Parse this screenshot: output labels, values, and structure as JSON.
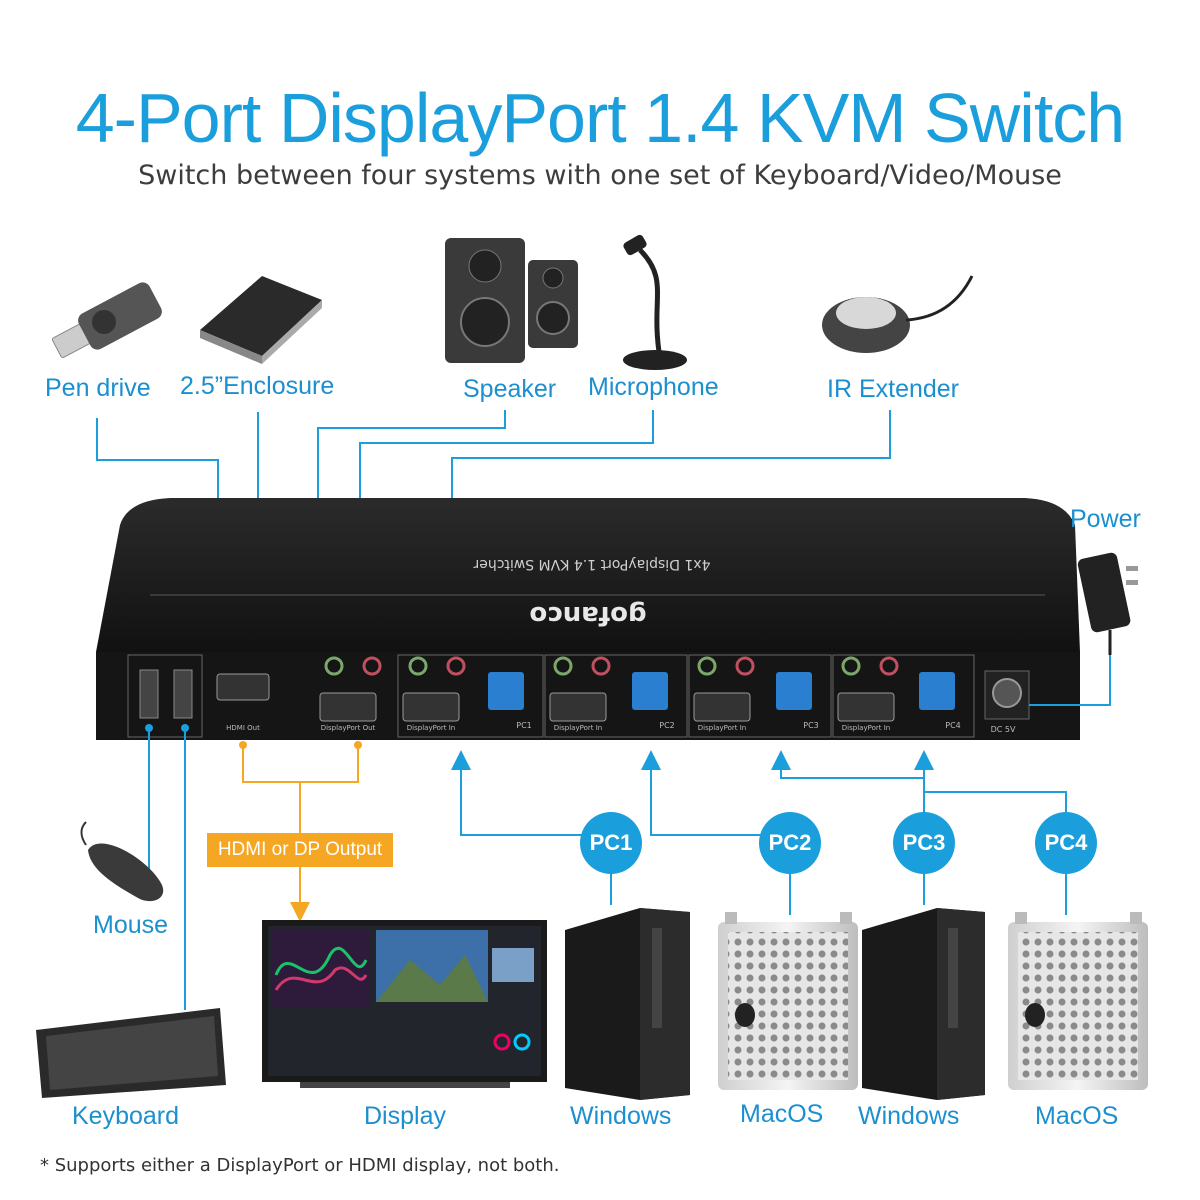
{
  "title": "4-Port DisplayPort 1.4 KVM Switch",
  "subtitle": "Switch between four systems with one set of Keyboard/Video/Mouse",
  "peripherals_top": {
    "pen_drive": "Pen drive",
    "enclosure": "2.5”Enclosure",
    "speaker": "Speaker",
    "microphone": "Microphone",
    "ir_extender": "IR Extender",
    "power": "Power"
  },
  "device": {
    "top_label": "4x1 DisplayPort 1.4 KVM Switcher",
    "brand": "gofanco",
    "ports": {
      "hdmi_out": "HDMI Out",
      "dp_out": "DisplayPort Out",
      "dp_in": "DisplayPort In",
      "pc1": "PC1",
      "pc2": "PC2",
      "pc3": "PC3",
      "pc4": "PC4",
      "dc": "DC 5V"
    }
  },
  "output_badge": "HDMI or DP Output",
  "pcs": [
    {
      "badge": "PC1",
      "os": "Windows"
    },
    {
      "badge": "PC2",
      "os": "MacOS"
    },
    {
      "badge": "PC3",
      "os": "Windows"
    },
    {
      "badge": "PC4",
      "os": "MacOS"
    }
  ],
  "bottom_labels": {
    "mouse": "Mouse",
    "keyboard": "Keyboard",
    "display": "Display"
  },
  "footnote": "* Supports either a DisplayPort or HDMI display, not both.",
  "colors": {
    "accent_blue": "#1b9fdc",
    "output_orange": "#f5a623",
    "device_black": "#1a1a1a"
  }
}
